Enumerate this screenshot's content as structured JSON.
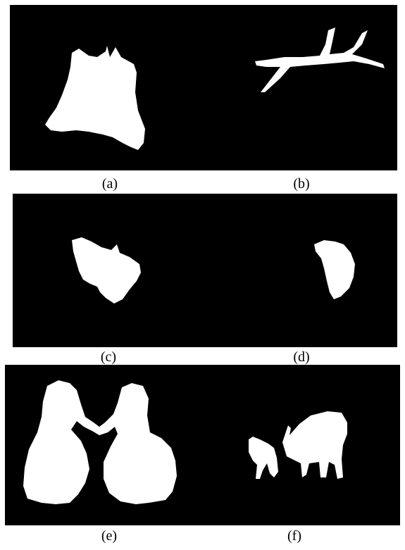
{
  "figure": {
    "rows": [
      {
        "captions": [
          "(a)",
          "(b)"
        ]
      },
      {
        "captions": [
          "(c)",
          "(d)"
        ]
      },
      {
        "captions": [
          "(e)",
          "(f)"
        ]
      }
    ],
    "colors": {
      "background": "#000000",
      "mask": "#ffffff"
    },
    "panel_contents": [
      "cat-silhouette-mask",
      "branch-silhouette-mask",
      "butterfly-silhouette-mask",
      "leaf-silhouette-mask",
      "swans-silhouette-mask",
      "rhinos-silhouette-mask"
    ]
  }
}
